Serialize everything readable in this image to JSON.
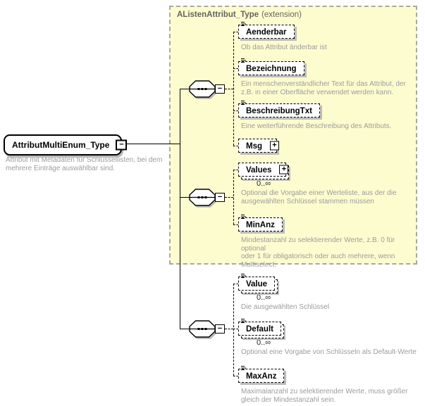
{
  "root": {
    "name": "AttributMultiEnum_Type",
    "description": "Attribut mit Metadaten für Schlüssellisten, bei dem\nmehrere Einträge auswählbar sind.",
    "collapse_glyph": "−"
  },
  "extension": {
    "name": "AListenAttribut_Type",
    "qualifier": "(extension)"
  },
  "sequences": [
    {
      "collapse_glyph": "−"
    },
    {
      "collapse_glyph": "−"
    },
    {
      "collapse_glyph": "−"
    }
  ],
  "elements": [
    {
      "name": "Aenderbar",
      "description": "Ob das Attribut änderbar ist"
    },
    {
      "name": "Bezeichnung",
      "description": "Ein menschenverständlicher Text für das Attribut, der\nz.B. in einer Oberfläche verwendet werden kann."
    },
    {
      "name": "BeschreibungTxt",
      "description": "Eine weiterführende Beschreibung des Attributs."
    },
    {
      "name": "Msg",
      "expand_glyph": "+"
    },
    {
      "name": "Values",
      "expand_glyph": "+",
      "occurrence": "0..∞",
      "description": "Optional die Vorgabe einer Werteliste, aus der die\nausgewählten Schlüssel stammen müssen"
    },
    {
      "name": "MinAnz",
      "description": "Mindestanzahl zu selektierender Werte, z.B. 0 für optional\noder 1 für obligatorisch oder auch mehrere, wenn\nMultiselect."
    },
    {
      "name": "Value",
      "occurrence": "0..∞",
      "description": "Die ausgewählten Schlüssel"
    },
    {
      "name": "Default",
      "occurrence": "0..∞",
      "description": "Optional eine Vorgabe von Schlüsseln als Default-Werte"
    },
    {
      "name": "MaxAnz",
      "description": "Maximalanzahl zu selektierender Werte, muss größer\ngleich der Mindestanzahl sein."
    }
  ],
  "colors": {
    "extension_fill": "#FDFCCF",
    "extension_border": "#A8A8A8",
    "box_shadow": "#BDBDBD",
    "description_text": "#9C9C9C",
    "line": "#000000"
  }
}
